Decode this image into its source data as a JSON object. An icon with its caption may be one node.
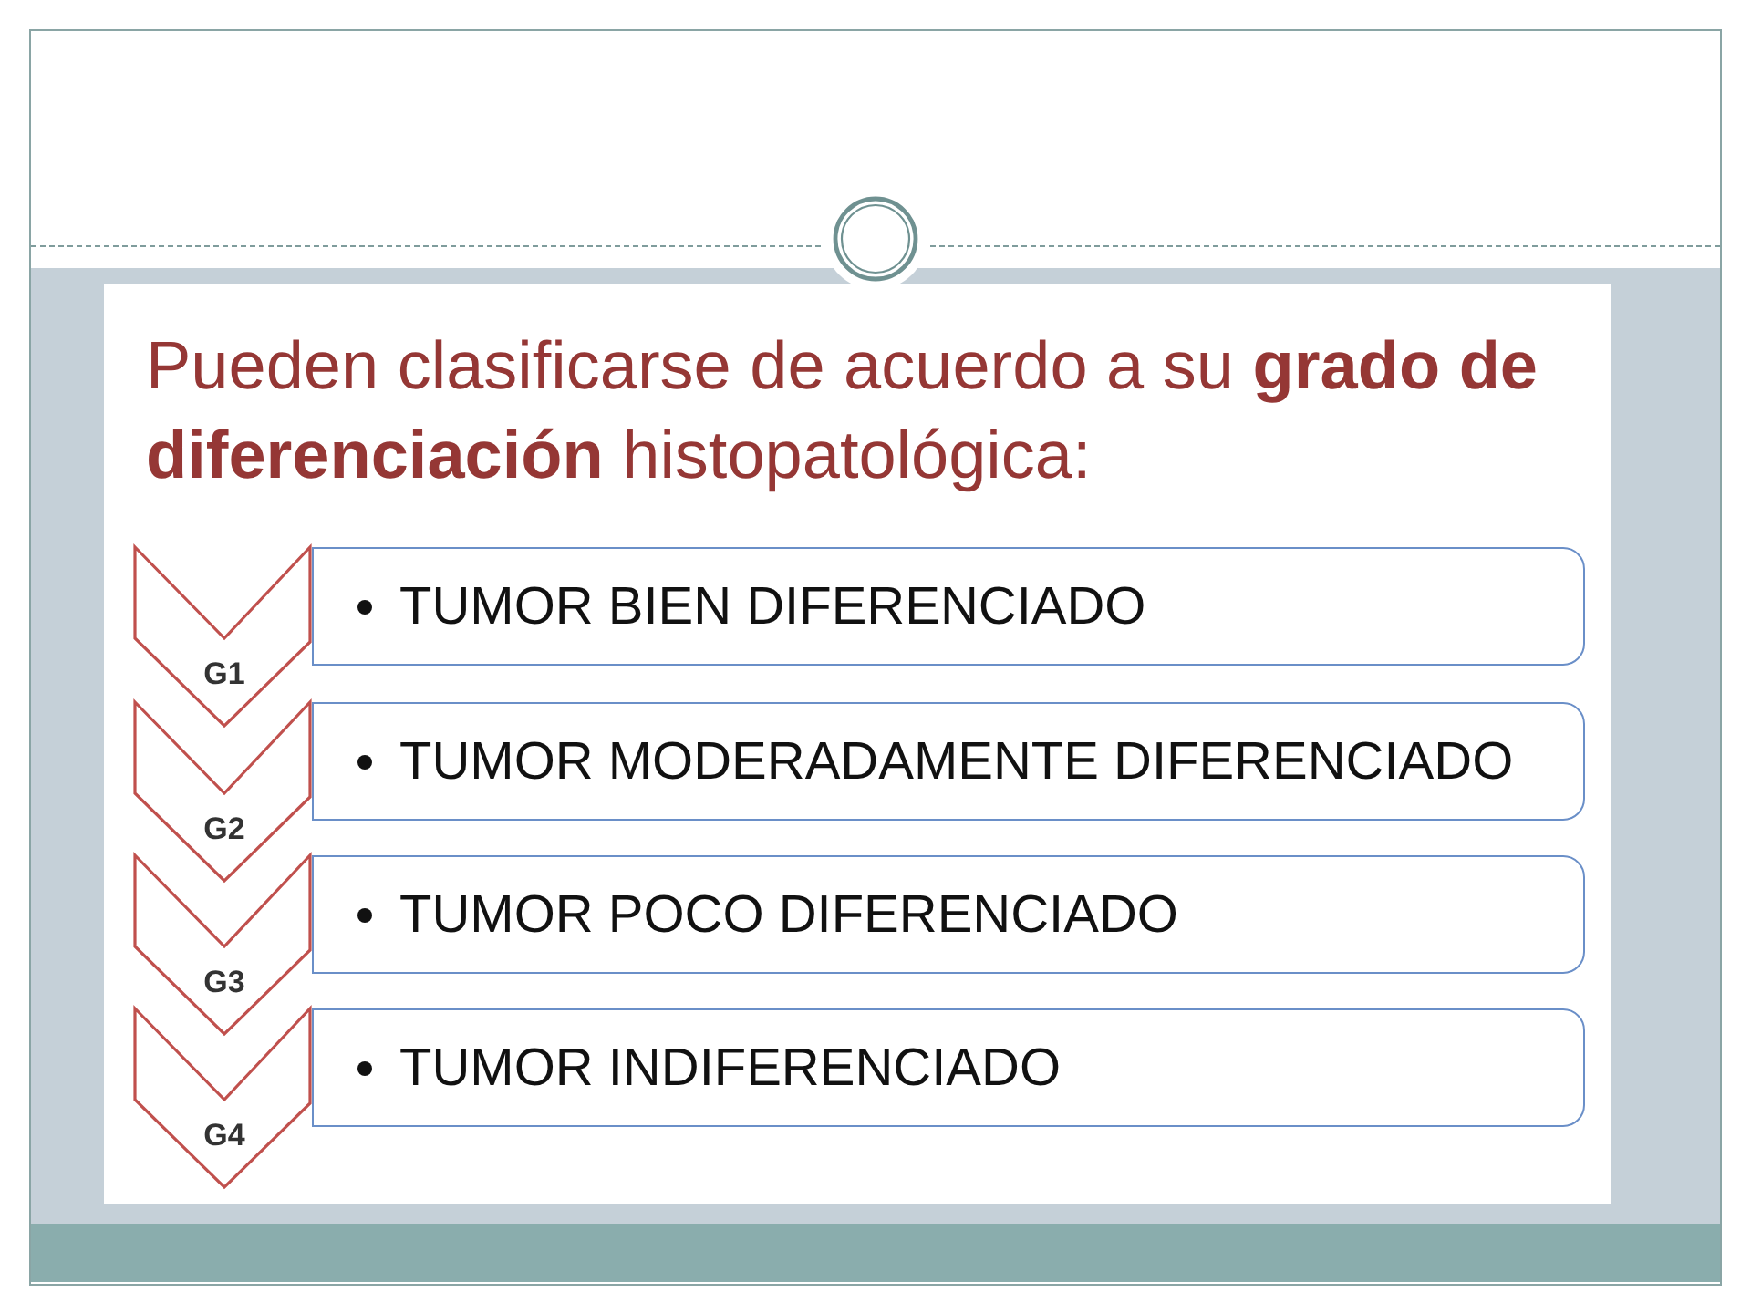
{
  "diagram": {
    "title": "Pueden clasificarse de acuerdo a su **grado de diferenciación** histopatológica:",
    "nodes": [
      {
        "text": [
          "G1"
        ]
      },
      {
        "text": [
          "TUMOR BIEN DIFERENCIADO"
        ]
      },
      {
        "text": [
          "G2"
        ]
      },
      {
        "text": [
          "TUMOR MODERADAMENTE DIFERENCIADO"
        ]
      },
      {
        "text": [
          "G3"
        ]
      },
      {
        "text": [
          "TUMOR POCO DIFERENCIADO"
        ]
      },
      {
        "text": [
          "G4"
        ]
      },
      {
        "text": [
          "TUMOR INDIFERENCIADO"
        ]
      }
    ]
  }
}
